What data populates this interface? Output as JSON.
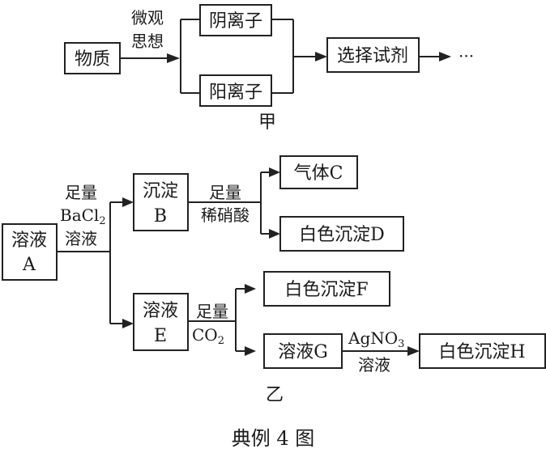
{
  "diagram_a": {
    "label": "甲",
    "nodes": {
      "substance": "物质",
      "anion": "阴离子",
      "cation": "阳离子",
      "choose_reagent": "选择试剂"
    },
    "edge_label_line1": "微观",
    "edge_label_line2": "思想",
    "ellipsis": "···"
  },
  "diagram_b": {
    "label": "乙",
    "nodes": {
      "solution_a_line1": "溶液",
      "solution_a_line2": "A",
      "precipitate_b_line1": "沉淀",
      "precipitate_b_line2": "B",
      "gas_c": "气体C",
      "white_precipitate_d": "白色沉淀D",
      "solution_e_line1": "溶液",
      "solution_e_line2": "E",
      "white_precipitate_f": "白色沉淀F",
      "solution_g": "溶液G",
      "white_precipitate_h": "白色沉淀H"
    },
    "edges": {
      "a_reagent_line1": "足量",
      "a_reagent_line2_main": "BaCl",
      "a_reagent_line2_sub": "2",
      "a_reagent_line3": "溶液",
      "b_reagent_line1": "足量",
      "b_reagent_line2": "稀硝酸",
      "e_reagent_line1": "足量",
      "e_reagent_line2_main": "CO",
      "e_reagent_line2_sub": "2",
      "g_reagent_line1_main": "AgNO",
      "g_reagent_line1_sub": "3",
      "g_reagent_line2": "溶液"
    }
  },
  "caption": "典例 4 图"
}
